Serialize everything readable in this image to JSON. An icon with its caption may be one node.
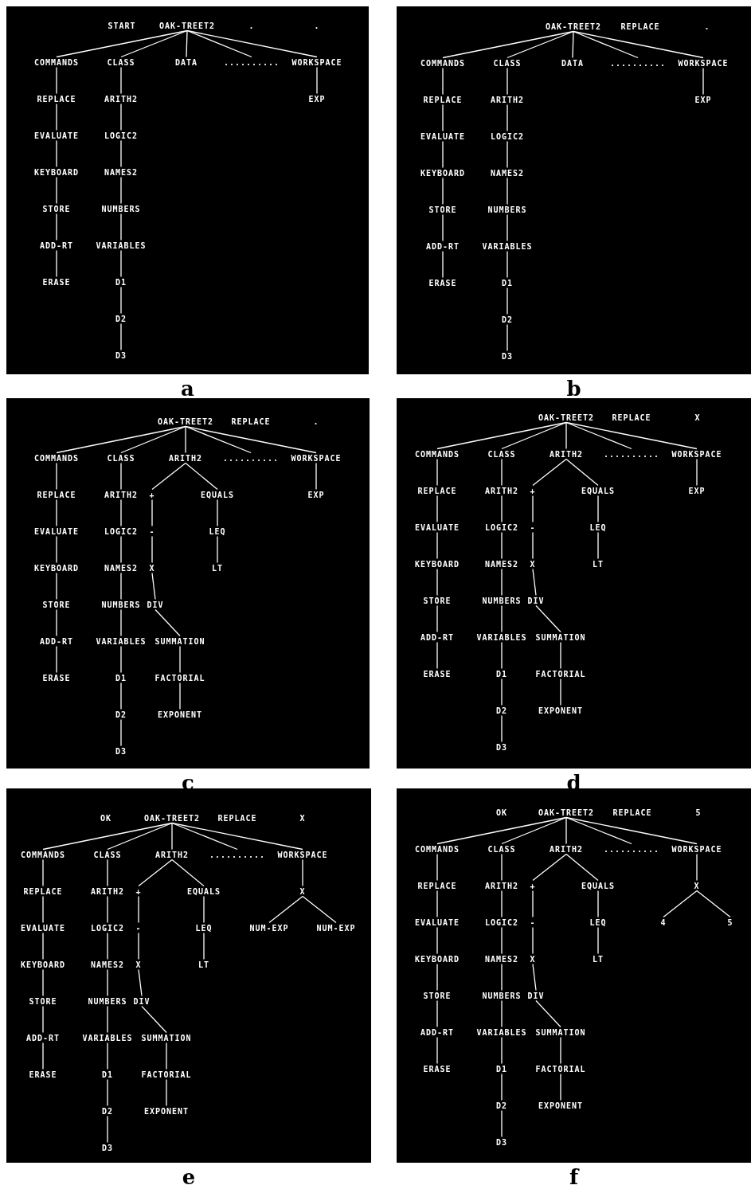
{
  "diagram": {
    "nodes": [
      {
        "text": [],
        "shape": "box",
        "beside": [
          "a"
        ]
      },
      {
        "text": [
          "OAK-TREET2"
        ],
        "in": 0
      },
      {
        "text": [
          "COMMANDS"
        ],
        "in": 0
      },
      {
        "text": [
          "CLASS"
        ],
        "in": 0
      },
      {
        "text": [
          "DATA"
        ],
        "in": 0
      },
      {
        "text": [
          ".........."
        ],
        "in": 0
      },
      {
        "text": [
          "WORKSPACE"
        ],
        "in": 0
      },
      {
        "text": [
          "REPLACE"
        ],
        "in": 0
      },
      {
        "text": [
          "EVALUATE"
        ],
        "in": 0
      },
      {
        "text": [
          "KEYBOARD"
        ],
        "in": 0
      },
      {
        "text": [
          "STORE"
        ],
        "in": 0
      },
      {
        "text": [
          "ADD-RT"
        ],
        "in": 0
      },
      {
        "text": [
          "ERASE"
        ],
        "in": 0
      },
      {
        "text": [
          "ARITH2"
        ],
        "in": 0
      },
      {
        "text": [
          "LOGIC2"
        ],
        "in": 0
      },
      {
        "text": [
          "NAMES2"
        ],
        "in": 0
      },
      {
        "text": [
          "NUMBERS"
        ],
        "in": 0
      },
      {
        "text": [
          "VARIABLES"
        ],
        "in": 0
      },
      {
        "text": [
          "D1"
        ],
        "in": 0
      },
      {
        "text": [
          "D2"
        ],
        "in": 0
      },
      {
        "text": [
          "D3"
        ],
        "in": 0
      },
      {
        "text": [
          "EXP"
        ],
        "in": 0
      },
      {
        "text": [],
        "shape": "box",
        "beside": [
          "b"
        ]
      },
      {
        "text": [
          "OAK-TREET2"
        ],
        "in": 22
      },
      {
        "text": [
          "COMMANDS"
        ],
        "in": 22
      },
      {
        "text": [
          "CLASS"
        ],
        "in": 22
      },
      {
        "text": [
          "DATA"
        ],
        "in": 22
      },
      {
        "text": [
          ".........."
        ],
        "in": 22
      },
      {
        "text": [
          "WORKSPACE"
        ],
        "in": 22
      },
      {
        "text": [
          "REPLACE"
        ],
        "in": 22
      },
      {
        "text": [
          "EVALUATE"
        ],
        "in": 22
      },
      {
        "text": [
          "KEYBOARD"
        ],
        "in": 22
      },
      {
        "text": [
          "STORE"
        ],
        "in": 22
      },
      {
        "text": [
          "ADD-RT"
        ],
        "in": 22
      },
      {
        "text": [
          "ERASE"
        ],
        "in": 22
      },
      {
        "text": [
          "ARITH2"
        ],
        "in": 22
      },
      {
        "text": [
          "LOGIC2"
        ],
        "in": 22
      },
      {
        "text": [
          "NAMES2"
        ],
        "in": 22
      },
      {
        "text": [
          "NUMBERS"
        ],
        "in": 22
      },
      {
        "text": [
          "VARIABLES"
        ],
        "in": 22
      },
      {
        "text": [
          "D1"
        ],
        "in": 22
      },
      {
        "text": [
          "D2"
        ],
        "in": 22
      },
      {
        "text": [
          "D3"
        ],
        "in": 22
      },
      {
        "text": [
          "EXP"
        ],
        "in": 22
      },
      {
        "text": [],
        "shape": "box",
        "beside": [
          "c"
        ]
      },
      {
        "text": [
          "OAK-TREET2"
        ],
        "in": 44
      },
      {
        "text": [
          "COMMANDS"
        ],
        "in": 44
      },
      {
        "text": [
          "CLASS"
        ],
        "in": 44
      },
      {
        "text": [
          "ARITH2"
        ],
        "in": 44
      },
      {
        "text": [
          ".........."
        ],
        "in": 44
      },
      {
        "text": [
          "WORKSPACE"
        ],
        "in": 44
      },
      {
        "text": [
          "REPLACE"
        ],
        "in": 44
      },
      {
        "text": [
          "EVALUATE"
        ],
        "in": 44
      },
      {
        "text": [
          "KEYBOARD"
        ],
        "in": 44
      },
      {
        "text": [
          "STORE"
        ],
        "in": 44
      },
      {
        "text": [
          "ADD-RT"
        ],
        "in": 44
      },
      {
        "text": [
          "ERASE"
        ],
        "in": 44
      },
      {
        "text": [
          "ARITH2"
        ],
        "in": 44
      },
      {
        "text": [
          "LOGIC2"
        ],
        "in": 44
      },
      {
        "text": [
          "NAMES2"
        ],
        "in": 44
      },
      {
        "text": [
          "NUMBERS"
        ],
        "in": 44
      },
      {
        "text": [
          "VARIABLES"
        ],
        "in": 44
      },
      {
        "text": [
          "D1"
        ],
        "in": 44
      },
      {
        "text": [
          "D2"
        ],
        "in": 44
      },
      {
        "text": [
          "D3"
        ],
        "in": 44
      },
      {
        "text": [
          "+"
        ],
        "in": 44
      },
      {
        "text": [
          "-"
        ],
        "in": 44
      },
      {
        "text": [
          "X"
        ],
        "in": 44
      },
      {
        "text": [
          "DIV"
        ],
        "in": 44
      },
      {
        "text": [
          "SUMMATION"
        ],
        "in": 44
      },
      {
        "text": [
          "FACTORIAL"
        ],
        "in": 44
      },
      {
        "text": [
          "EXPONENT"
        ],
        "in": 44
      },
      {
        "text": [
          "EQUALS"
        ],
        "in": 44
      },
      {
        "text": [
          "LEQ"
        ],
        "in": 44
      },
      {
        "text": [
          "LT"
        ],
        "in": 44
      },
      {
        "text": [
          "EXP"
        ],
        "in": 44
      },
      {
        "text": [],
        "shape": "box",
        "beside": [
          "d"
        ]
      },
      {
        "text": [
          "OAK-TREET2"
        ],
        "in": 76
      },
      {
        "text": [
          "COMMANDS"
        ],
        "in": 76
      },
      {
        "text": [
          "CLASS"
        ],
        "in": 76
      },
      {
        "text": [
          "ARITH2"
        ],
        "in": 76
      },
      {
        "text": [
          ".........."
        ],
        "in": 76
      },
      {
        "text": [
          "WORKSPACE"
        ],
        "in": 76
      },
      {
        "text": [
          "REPLACE"
        ],
        "in": 76
      },
      {
        "text": [
          "EVALUATE"
        ],
        "in": 76
      },
      {
        "text": [
          "KEYBOARD"
        ],
        "in": 76
      },
      {
        "text": [
          "STORE"
        ],
        "in": 76
      },
      {
        "text": [
          "ADD-RT"
        ],
        "in": 76
      },
      {
        "text": [
          "ERASE"
        ],
        "in": 76
      },
      {
        "text": [
          "ARITH2"
        ],
        "in": 76
      },
      {
        "text": [
          "LOGIC2"
        ],
        "in": 76
      },
      {
        "text": [
          "NAMES2"
        ],
        "in": 76
      },
      {
        "text": [
          "NUMBERS"
        ],
        "in": 76
      },
      {
        "text": [
          "VARIABLES"
        ],
        "in": 76
      },
      {
        "text": [
          "D1"
        ],
        "in": 76
      },
      {
        "text": [
          "D2"
        ],
        "in": 76
      },
      {
        "text": [
          "D3"
        ],
        "in": 76
      },
      {
        "text": [
          "+"
        ],
        "in": 76
      },
      {
        "text": [
          "-"
        ],
        "in": 76
      },
      {
        "text": [
          "X"
        ],
        "in": 76
      },
      {
        "text": [
          "DIV"
        ],
        "in": 76
      },
      {
        "text": [
          "SUMMATION"
        ],
        "in": 76
      },
      {
        "text": [
          "FACTORIAL"
        ],
        "in": 76
      },
      {
        "text": [
          "EXPONENT"
        ],
        "in": 76
      },
      {
        "text": [
          "EQUALS"
        ],
        "in": 76
      },
      {
        "text": [
          "LEQ"
        ],
        "in": 76
      },
      {
        "text": [
          "LT"
        ],
        "in": 76
      },
      {
        "text": [
          "EXP"
        ],
        "in": 76
      },
      {
        "text": [],
        "shape": "box",
        "beside": [
          "e"
        ]
      },
      {
        "text": [
          "OAK-TREET2"
        ],
        "in": 108
      },
      {
        "text": [
          "COMMANDS"
        ],
        "in": 108
      },
      {
        "text": [
          "CLASS"
        ],
        "in": 108
      },
      {
        "text": [
          "ARITH2"
        ],
        "in": 108
      },
      {
        "text": [
          ".........."
        ],
        "in": 108
      },
      {
        "text": [
          "WORKSPACE"
        ],
        "in": 108
      },
      {
        "text": [
          "REPLACE"
        ],
        "in": 108
      },
      {
        "text": [
          "EVALUATE"
        ],
        "in": 108
      },
      {
        "text": [
          "KEYBOARD"
        ],
        "in": 108
      },
      {
        "text": [
          "STORE"
        ],
        "in": 108
      },
      {
        "text": [
          "ADD-RT"
        ],
        "in": 108
      },
      {
        "text": [
          "ERASE"
        ],
        "in": 108
      },
      {
        "text": [
          "ARITH2"
        ],
        "in": 108
      },
      {
        "text": [
          "LOGIC2"
        ],
        "in": 108
      },
      {
        "text": [
          "NAMES2"
        ],
        "in": 108
      },
      {
        "text": [
          "NUMBERS"
        ],
        "in": 108
      },
      {
        "text": [
          "VARIABLES"
        ],
        "in": 108
      },
      {
        "text": [
          "D1"
        ],
        "in": 108
      },
      {
        "text": [
          "D2"
        ],
        "in": 108
      },
      {
        "text": [
          "D3"
        ],
        "in": 108
      },
      {
        "text": [
          "+"
        ],
        "in": 108
      },
      {
        "text": [
          "-"
        ],
        "in": 108
      },
      {
        "text": [
          "X"
        ],
        "in": 108
      },
      {
        "text": [
          "DIV"
        ],
        "in": 108
      },
      {
        "text": [
          "SUMMATION"
        ],
        "in": 108
      },
      {
        "text": [
          "FACTORIAL"
        ],
        "in": 108
      },
      {
        "text": [
          "EXPONENT"
        ],
        "in": 108
      },
      {
        "text": [
          "EQUALS"
        ],
        "in": 108
      },
      {
        "text": [
          "LEQ"
        ],
        "in": 108
      },
      {
        "text": [
          "LT"
        ],
        "in": 108
      },
      {
        "text": [
          "X"
        ],
        "in": 108
      },
      {
        "text": [
          "NUM-EXP"
        ],
        "in": 108
      },
      {
        "text": [
          "NUM-EXP"
        ],
        "in": 108
      },
      {
        "text": [],
        "shape": "box",
        "beside": [
          "f"
        ]
      },
      {
        "text": [
          "OAK-TREET2"
        ],
        "in": 142
      },
      {
        "text": [
          "COMMANDS"
        ],
        "in": 142
      },
      {
        "text": [
          "CLASS"
        ],
        "in": 142
      },
      {
        "text": [
          "ARITH2"
        ],
        "in": 142
      },
      {
        "text": [
          ".........."
        ],
        "in": 142
      },
      {
        "text": [
          "WORKSPACE"
        ],
        "in": 142
      },
      {
        "text": [
          "REPLACE"
        ],
        "in": 142
      },
      {
        "text": [
          "EVALUATE"
        ],
        "in": 142
      },
      {
        "text": [
          "KEYBOARD"
        ],
        "in": 142
      },
      {
        "text": [
          "STORE"
        ],
        "in": 142
      },
      {
        "text": [
          "ADD-RT"
        ],
        "in": 142
      },
      {
        "text": [
          "ERASE"
        ],
        "in": 142
      },
      {
        "text": [
          "ARITH2"
        ],
        "in": 142
      },
      {
        "text": [
          "LOGIC2"
        ],
        "in": 142
      },
      {
        "text": [
          "NAMES2"
        ],
        "in": 142
      },
      {
        "text": [
          "NUMBERS"
        ],
        "in": 142
      },
      {
        "text": [
          "VARIABLES"
        ],
        "in": 142
      },
      {
        "text": [
          "D1"
        ],
        "in": 142
      },
      {
        "text": [
          "D2"
        ],
        "in": 142
      },
      {
        "text": [
          "D3"
        ],
        "in": 142
      },
      {
        "text": [
          "+"
        ],
        "in": 142
      },
      {
        "text": [
          "-"
        ],
        "in": 142
      },
      {
        "text": [
          "X"
        ],
        "in": 142
      },
      {
        "text": [
          "DIV"
        ],
        "in": 142
      },
      {
        "text": [
          "SUMMATION"
        ],
        "in": 142
      },
      {
        "text": [
          "FACTORIAL"
        ],
        "in": 142
      },
      {
        "text": [
          "EXPONENT"
        ],
        "in": 142
      },
      {
        "text": [
          "EQUALS"
        ],
        "in": 142
      },
      {
        "text": [
          "LEQ"
        ],
        "in": 142
      },
      {
        "text": [
          "LT"
        ],
        "in": 142
      },
      {
        "text": [
          "X"
        ],
        "in": 142
      },
      {
        "text": [
          "4"
        ],
        "in": 142
      },
      {
        "text": [
          "5"
        ],
        "in": 142
      }
    ],
    "edges": [
      {
        "from": 1,
        "to": 2,
        "arrow": "none"
      },
      {
        "from": 1,
        "to": 3,
        "arrow": "none"
      },
      {
        "from": 1,
        "to": 4,
        "arrow": "none"
      },
      {
        "from": 1,
        "to": 5,
        "arrow": "none"
      },
      {
        "from": 1,
        "to": 6,
        "arrow": "none"
      },
      {
        "from": 2,
        "to": 7,
        "arrow": "none"
      },
      {
        "from": 7,
        "to": 8,
        "arrow": "none"
      },
      {
        "from": 8,
        "to": 9,
        "arrow": "none"
      },
      {
        "from": 9,
        "to": 10,
        "arrow": "none"
      },
      {
        "from": 10,
        "to": 11,
        "arrow": "none"
      },
      {
        "from": 11,
        "to": 12,
        "arrow": "none"
      },
      {
        "from": 3,
        "to": 13,
        "arrow": "none"
      },
      {
        "from": 13,
        "to": 14,
        "arrow": "none"
      },
      {
        "from": 14,
        "to": 15,
        "arrow": "none"
      },
      {
        "from": 15,
        "to": 16,
        "arrow": "none"
      },
      {
        "from": 16,
        "to": 17,
        "arrow": "none"
      },
      {
        "from": 17,
        "to": 18,
        "arrow": "none"
      },
      {
        "from": 18,
        "to": 19,
        "arrow": "none"
      },
      {
        "from": 19,
        "to": 20,
        "arrow": "none"
      },
      {
        "from": 6,
        "to": 21,
        "arrow": "none"
      },
      {
        "from": 23,
        "to": 24,
        "arrow": "none"
      },
      {
        "from": 23,
        "to": 25,
        "arrow": "none"
      },
      {
        "from": 23,
        "to": 26,
        "arrow": "none"
      },
      {
        "from": 23,
        "to": 27,
        "arrow": "none"
      },
      {
        "from": 23,
        "to": 28,
        "arrow": "none"
      },
      {
        "from": 24,
        "to": 29,
        "arrow": "none"
      },
      {
        "from": 29,
        "to": 30,
        "arrow": "none"
      },
      {
        "from": 30,
        "to": 31,
        "arrow": "none"
      },
      {
        "from": 31,
        "to": 32,
        "arrow": "none"
      },
      {
        "from": 32,
        "to": 33,
        "arrow": "none"
      },
      {
        "from": 33,
        "to": 34,
        "arrow": "none"
      },
      {
        "from": 25,
        "to": 35,
        "arrow": "none"
      },
      {
        "from": 35,
        "to": 36,
        "arrow": "none"
      },
      {
        "from": 36,
        "to": 37,
        "arrow": "none"
      },
      {
        "from": 37,
        "to": 38,
        "arrow": "none"
      },
      {
        "from": 38,
        "to": 39,
        "arrow": "none"
      },
      {
        "from": 39,
        "to": 40,
        "arrow": "none"
      },
      {
        "from": 40,
        "to": 41,
        "arrow": "none"
      },
      {
        "from": 41,
        "to": 42,
        "arrow": "none"
      },
      {
        "from": 28,
        "to": 43,
        "arrow": "none"
      },
      {
        "from": 45,
        "to": 46,
        "arrow": "none"
      },
      {
        "from": 45,
        "to": 47,
        "arrow": "none"
      },
      {
        "from": 45,
        "to": 48,
        "arrow": "none"
      },
      {
        "from": 45,
        "to": 49,
        "arrow": "none"
      },
      {
        "from": 45,
        "to": 50,
        "arrow": "none"
      },
      {
        "from": 46,
        "to": 51,
        "arrow": "none"
      },
      {
        "from": 51,
        "to": 52,
        "arrow": "none"
      },
      {
        "from": 52,
        "to": 53,
        "arrow": "none"
      },
      {
        "from": 53,
        "to": 54,
        "arrow": "none"
      },
      {
        "from": 54,
        "to": 55,
        "arrow": "none"
      },
      {
        "from": 55,
        "to": 56,
        "arrow": "none"
      },
      {
        "from": 47,
        "to": 57,
        "arrow": "none"
      },
      {
        "from": 57,
        "to": 58,
        "arrow": "none"
      },
      {
        "from": 58,
        "to": 59,
        "arrow": "none"
      },
      {
        "from": 59,
        "to": 60,
        "arrow": "none"
      },
      {
        "from": 60,
        "to": 61,
        "arrow": "none"
      },
      {
        "from": 61,
        "to": 62,
        "arrow": "none"
      },
      {
        "from": 62,
        "to": 63,
        "arrow": "none"
      },
      {
        "from": 63,
        "to": 64,
        "arrow": "none"
      },
      {
        "from": 48,
        "to": 65,
        "arrow": "none"
      },
      {
        "from": 65,
        "to": 66,
        "arrow": "none"
      },
      {
        "from": 66,
        "to": 67,
        "arrow": "none"
      },
      {
        "from": 67,
        "to": 68,
        "arrow": "none"
      },
      {
        "from": 68,
        "to": 69,
        "arrow": "none"
      },
      {
        "from": 69,
        "to": 70,
        "arrow": "none"
      },
      {
        "from": 70,
        "to": 71,
        "arrow": "none"
      },
      {
        "from": 48,
        "to": 72,
        "arrow": "none"
      },
      {
        "from": 72,
        "to": 73,
        "arrow": "none"
      },
      {
        "from": 73,
        "to": 74,
        "arrow": "none"
      },
      {
        "from": 50,
        "to": 75,
        "arrow": "none"
      },
      {
        "from": 77,
        "to": 78,
        "arrow": "none"
      },
      {
        "from": 77,
        "to": 79,
        "arrow": "none"
      },
      {
        "from": 77,
        "to": 80,
        "arrow": "none"
      },
      {
        "from": 77,
        "to": 81,
        "arrow": "none"
      },
      {
        "from": 77,
        "to": 82,
        "arrow": "none"
      },
      {
        "from": 78,
        "to": 83,
        "arrow": "none"
      },
      {
        "from": 83,
        "to": 84,
        "arrow": "none"
      },
      {
        "from": 84,
        "to": 85,
        "arrow": "none"
      },
      {
        "from": 85,
        "to": 86,
        "arrow": "none"
      },
      {
        "from": 86,
        "to": 87,
        "arrow": "none"
      },
      {
        "from": 87,
        "to": 88,
        "arrow": "none"
      },
      {
        "from": 79,
        "to": 89,
        "arrow": "none"
      },
      {
        "from": 89,
        "to": 90,
        "arrow": "none"
      },
      {
        "from": 90,
        "to": 91,
        "arrow": "none"
      },
      {
        "from": 91,
        "to": 92,
        "arrow": "none"
      },
      {
        "from": 92,
        "to": 93,
        "arrow": "none"
      },
      {
        "from": 93,
        "to": 94,
        "arrow": "none"
      },
      {
        "from": 94,
        "to": 95,
        "arrow": "none"
      },
      {
        "from": 95,
        "to": 96,
        "arrow": "none"
      },
      {
        "from": 80,
        "to": 97,
        "arrow": "none"
      },
      {
        "from": 97,
        "to": 98,
        "arrow": "none"
      },
      {
        "from": 98,
        "to": 99,
        "arrow": "none"
      },
      {
        "from": 99,
        "to": 100,
        "arrow": "none"
      },
      {
        "from": 100,
        "to": 101,
        "arrow": "none"
      },
      {
        "from": 101,
        "to": 102,
        "arrow": "none"
      },
      {
        "from": 102,
        "to": 103,
        "arrow": "none"
      },
      {
        "from": 80,
        "to": 104,
        "arrow": "none"
      },
      {
        "from": 104,
        "to": 105,
        "arrow": "none"
      },
      {
        "from": 105,
        "to": 106,
        "arrow": "none"
      },
      {
        "from": 82,
        "to": 107,
        "arrow": "none"
      },
      {
        "from": 109,
        "to": 110,
        "arrow": "none"
      },
      {
        "from": 109,
        "to": 111,
        "arrow": "none"
      },
      {
        "from": 109,
        "to": 112,
        "arrow": "none"
      },
      {
        "from": 109,
        "to": 113,
        "arrow": "none"
      },
      {
        "from": 109,
        "to": 114,
        "arrow": "none"
      },
      {
        "from": 110,
        "to": 115,
        "arrow": "none"
      },
      {
        "from": 115,
        "to": 116,
        "arrow": "none"
      },
      {
        "from": 116,
        "to": 117,
        "arrow": "none"
      },
      {
        "from": 117,
        "to": 118,
        "arrow": "none"
      },
      {
        "from": 118,
        "to": 119,
        "arrow": "none"
      },
      {
        "from": 119,
        "to": 120,
        "arrow": "none"
      },
      {
        "from": 111,
        "to": 121,
        "arrow": "none"
      },
      {
        "from": 121,
        "to": 122,
        "arrow": "none"
      },
      {
        "from": 122,
        "to": 123,
        "arrow": "none"
      },
      {
        "from": 123,
        "to": 124,
        "arrow": "none"
      },
      {
        "from": 124,
        "to": 125,
        "arrow": "none"
      },
      {
        "from": 125,
        "to": 126,
        "arrow": "none"
      },
      {
        "from": 126,
        "to": 127,
        "arrow": "none"
      },
      {
        "from": 127,
        "to": 128,
        "arrow": "none"
      },
      {
        "from": 112,
        "to": 129,
        "arrow": "none"
      },
      {
        "from": 129,
        "to": 130,
        "arrow": "none"
      },
      {
        "from": 130,
        "to": 131,
        "arrow": "none"
      },
      {
        "from": 131,
        "to": 132,
        "arrow": "none"
      },
      {
        "from": 132,
        "to": 133,
        "arrow": "none"
      },
      {
        "from": 133,
        "to": 134,
        "arrow": "none"
      },
      {
        "from": 134,
        "to": 135,
        "arrow": "none"
      },
      {
        "from": 112,
        "to": 136,
        "arrow": "none"
      },
      {
        "from": 136,
        "to": 137,
        "arrow": "none"
      },
      {
        "from": 137,
        "to": 138,
        "arrow": "none"
      },
      {
        "from": 114,
        "to": 139,
        "arrow": "none"
      },
      {
        "from": 139,
        "to": 140,
        "arrow": "none"
      },
      {
        "from": 139,
        "to": 141,
        "arrow": "none"
      },
      {
        "from": 143,
        "to": 144,
        "arrow": "none"
      },
      {
        "from": 143,
        "to": 145,
        "arrow": "none"
      },
      {
        "from": 143,
        "to": 146,
        "arrow": "none"
      },
      {
        "from": 143,
        "to": 147,
        "arrow": "none"
      },
      {
        "from": 143,
        "to": 148,
        "arrow": "none"
      },
      {
        "from": 144,
        "to": 149,
        "arrow": "none"
      },
      {
        "from": 149,
        "to": 150,
        "arrow": "none"
      },
      {
        "from": 150,
        "to": 151,
        "arrow": "none"
      },
      {
        "from": 151,
        "to": 152,
        "arrow": "none"
      },
      {
        "from": 152,
        "to": 153,
        "arrow": "none"
      },
      {
        "from": 153,
        "to": 154,
        "arrow": "none"
      },
      {
        "from": 145,
        "to": 155,
        "arrow": "none"
      },
      {
        "from": 155,
        "to": 156,
        "arrow": "none"
      },
      {
        "from": 156,
        "to": 157,
        "arrow": "none"
      },
      {
        "from": 157,
        "to": 158,
        "arrow": "none"
      },
      {
        "from": 158,
        "to": 159,
        "arrow": "none"
      },
      {
        "from": 159,
        "to": 160,
        "arrow": "none"
      },
      {
        "from": 160,
        "to": 161,
        "arrow": "none"
      },
      {
        "from": 161,
        "to": 162,
        "arrow": "none"
      },
      {
        "from": 146,
        "to": 163,
        "arrow": "none"
      },
      {
        "from": 163,
        "to": 164,
        "arrow": "none"
      },
      {
        "from": 164,
        "to": 165,
        "arrow": "none"
      },
      {
        "from": 165,
        "to": 166,
        "arrow": "none"
      },
      {
        "from": 166,
        "to": 167,
        "arrow": "none"
      },
      {
        "from": 167,
        "to": 168,
        "arrow": "none"
      },
      {
        "from": 168,
        "to": 169,
        "arrow": "none"
      },
      {
        "from": 146,
        "to": 170,
        "arrow": "none"
      },
      {
        "from": 170,
        "to": 171,
        "arrow": "none"
      },
      {
        "from": 171,
        "to": 172,
        "arrow": "none"
      },
      {
        "from": 148,
        "to": 173,
        "arrow": "none"
      },
      {
        "from": 173,
        "to": 174,
        "arrow": "none"
      },
      {
        "from": 173,
        "to": 175,
        "arrow": "none"
      }
    ],
    "labels": [
      "START",
      ".",
      ".",
      "REPLACE",
      ".",
      "REPLACE",
      ".",
      "REPLACE",
      "X",
      "OK",
      "REPLACE",
      "X",
      "OK",
      "REPLACE",
      "5"
    ]
  }
}
